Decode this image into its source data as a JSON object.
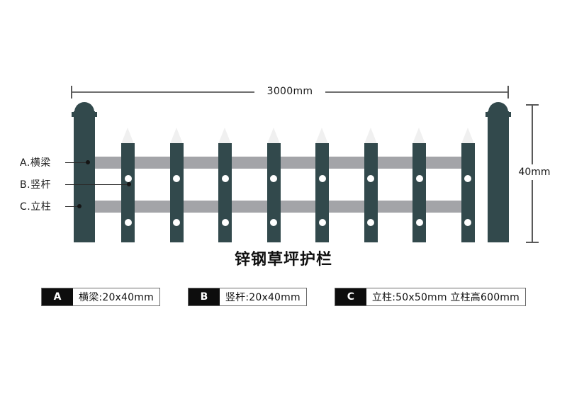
{
  "diagram": {
    "title": "锌钢草坪护栏",
    "dimensions": {
      "width_label": "3000mm",
      "height_label": "40mm"
    },
    "part_labels": [
      {
        "key": "A",
        "text": "A.横梁"
      },
      {
        "key": "B",
        "text": "B.竖杆"
      },
      {
        "key": "C",
        "text": "C.立柱"
      }
    ],
    "structure": {
      "post_count": 2,
      "picket_count": 8,
      "rail_count": 2
    },
    "colors": {
      "metal": "#32494c",
      "rail": "#a3a4a8",
      "tip": "#f0f0f0",
      "bolt": "#ffffff",
      "dimension": "#5a5a5a"
    }
  },
  "legend": {
    "items": [
      {
        "badge": "A",
        "text": "横梁:20x40mm"
      },
      {
        "badge": "B",
        "text": "竖杆:20x40mm"
      },
      {
        "badge": "C",
        "text": "立柱:50x50mm 立柱高600mm"
      }
    ]
  }
}
